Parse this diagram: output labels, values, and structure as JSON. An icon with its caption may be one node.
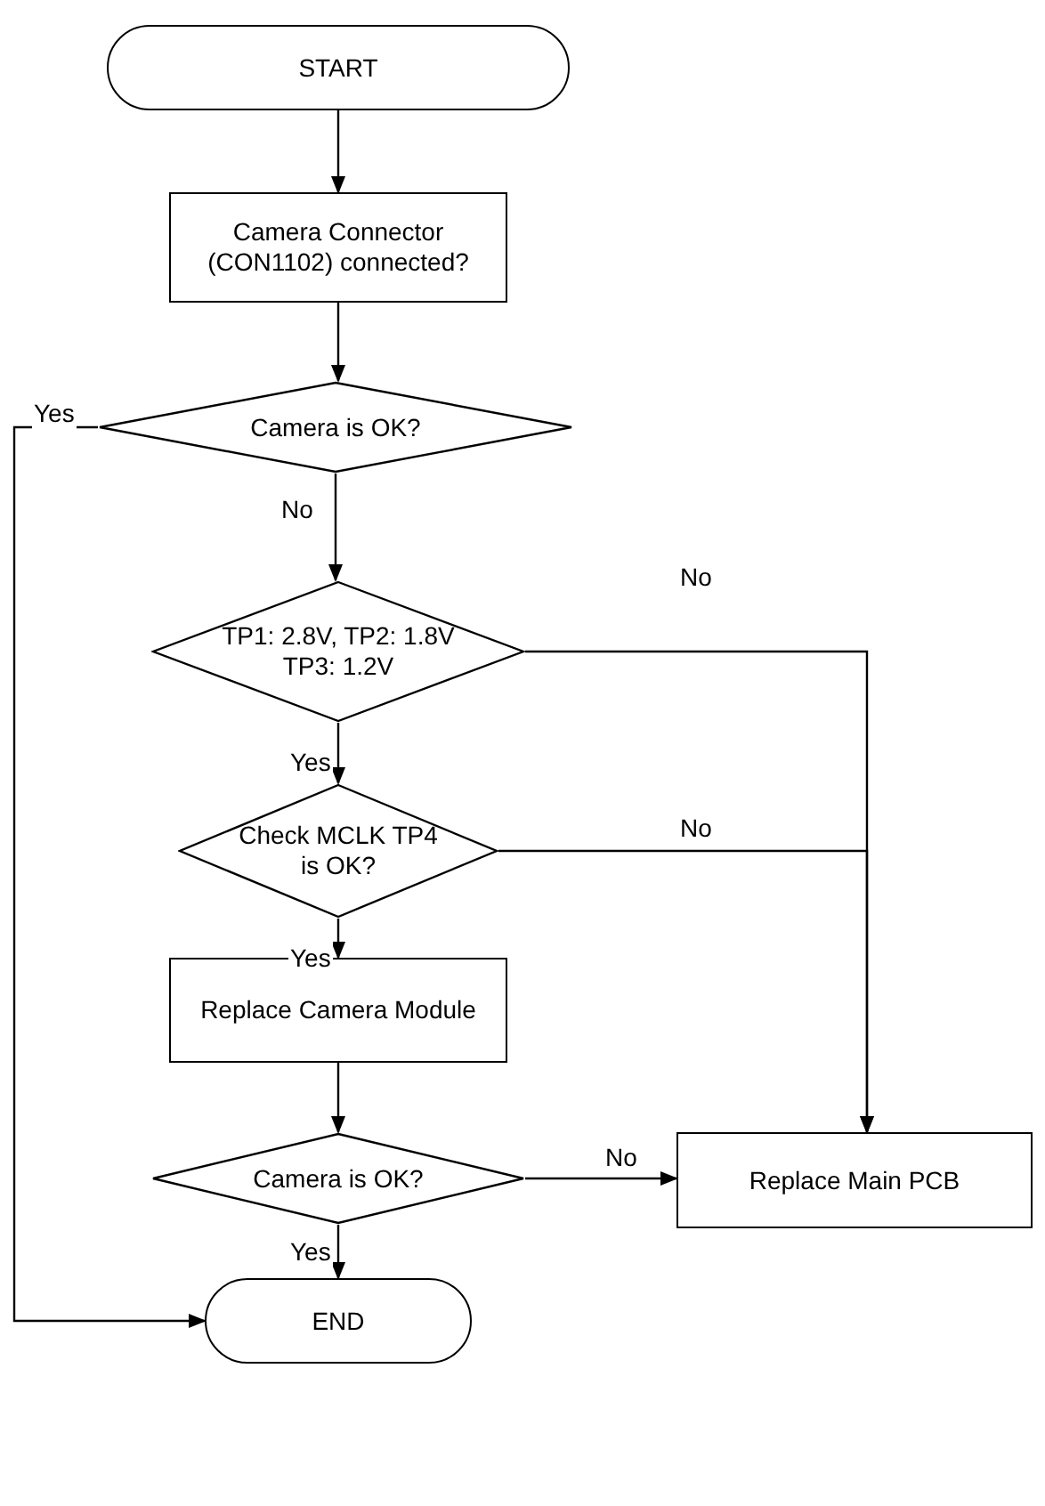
{
  "diagram": {
    "nodes": [
      {
        "text": [
          "START"
        ]
      },
      {
        "text": [
          "Camera Connector (CON1102) connected?"
        ]
      },
      {
        "text": [
          "Camera is OK?"
        ]
      },
      {
        "text": [
          "TP1: 2.8V, TP2: 1.8V TP3: 1.2V"
        ]
      },
      {
        "text": [
          "Check MCLK TP4 is OK?"
        ]
      },
      {
        "text": [
          "Replace Camera Module"
        ]
      },
      {
        "text": [
          "Camera is OK?"
        ]
      },
      {
        "text": [
          "Replace Main PCB"
        ]
      },
      {
        "text": [
          "END"
        ]
      }
    ],
    "edges": [
      {
        "from": 0,
        "to": 1,
        "arrow": "to"
      },
      {
        "from": 1,
        "to": 2,
        "arrow": "to"
      },
      {
        "from": 2,
        "to": 8,
        "arrow": "to",
        "label": "Yes"
      },
      {
        "from": 2,
        "to": 3,
        "arrow": "to",
        "label": "No"
      },
      {
        "from": 3,
        "to": 7,
        "arrow": "to",
        "label": "No"
      },
      {
        "from": 3,
        "to": 4,
        "arrow": "to",
        "label": "Yes"
      },
      {
        "from": 4,
        "to": 7,
        "arrow": "to",
        "label": "No"
      },
      {
        "from": 4,
        "to": 5,
        "arrow": "to",
        "label": "Yes"
      },
      {
        "from": 5,
        "to": 6,
        "arrow": "to"
      },
      {
        "from": 6,
        "to": 7,
        "arrow": "to",
        "label": "No"
      },
      {
        "from": 6,
        "to": 8,
        "arrow": "to",
        "label": "Yes"
      }
    ]
  }
}
